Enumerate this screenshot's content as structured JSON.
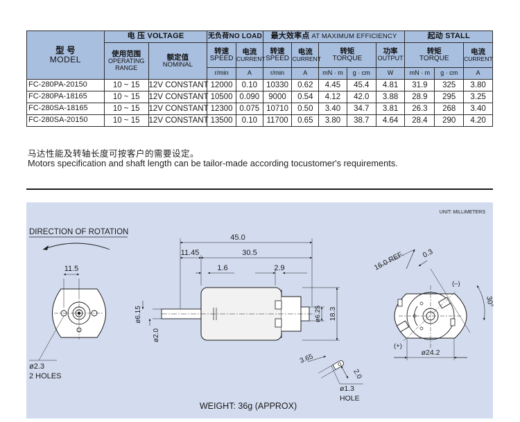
{
  "table": {
    "header": {
      "model_cn": "型 号",
      "model_en": "MODEL",
      "voltage_group": "电 压 VOLTAGE",
      "no_load_group": "无负荷NO LOAD",
      "max_eff_group_cn": "最大效率点",
      "max_eff_group_en": " AT MAXIMUM EFFICIENCY",
      "stall_group": "起动 STALL",
      "operating_cn": "使用范围",
      "operating_en1": "OPERATING",
      "operating_en2": "RANGE",
      "nominal_cn": "额定值",
      "nominal_en": "NOMINAL",
      "speed_cn": "转速",
      "speed_en": "SPEED",
      "current_cn": "电流",
      "current_en": "CURRENT",
      "torque_cn": "转矩",
      "torque_en": "TORQUE",
      "output_cn": "功率",
      "output_en": "OUTPUT",
      "unit_rpm": "r/min",
      "unit_a": "A",
      "unit_mnm": "mN · m",
      "unit_gcm": "g · cm",
      "unit_w": "W"
    },
    "rows": [
      {
        "model": "FC-280PA-20150",
        "range": "10 ~ 15",
        "nominal": "12V CONSTANT",
        "nl_speed": "12000",
        "nl_current": "0.10",
        "me_speed": "10330",
        "me_current": "0.62",
        "me_torque_mn": "4.45",
        "me_torque_g": "45.4",
        "me_output": "4.81",
        "st_torque_mn": "31.9",
        "st_torque_g": "325",
        "st_current": "3.80"
      },
      {
        "model": "FC-280PA-18165",
        "range": "10 ~ 15",
        "nominal": "12V CONSTANT",
        "nl_speed": "10500",
        "nl_current": "0.090",
        "me_speed": "9000",
        "me_current": "0.54",
        "me_torque_mn": "4.12",
        "me_torque_g": "42.0",
        "me_output": "3.88",
        "st_torque_mn": "28.9",
        "st_torque_g": "295",
        "st_current": "3.25"
      },
      {
        "model": "FC-280SA-18165",
        "range": "10 ~ 15",
        "nominal": "12V CONSTANT",
        "nl_speed": "12300",
        "nl_current": "0.075",
        "me_speed": "10710",
        "me_current": "0.50",
        "me_torque_mn": "3.40",
        "me_torque_g": "34.7",
        "me_output": "3.81",
        "st_torque_mn": "26.3",
        "st_torque_g": "268",
        "st_current": "3.40"
      },
      {
        "model": "FC-280SA-20150",
        "range": "10 ~ 15",
        "nominal": "12V CONSTANT",
        "nl_speed": "13500",
        "nl_current": "0.10",
        "me_speed": "11700",
        "me_current": "0.65",
        "me_torque_mn": "3.80",
        "me_torque_g": "38.7",
        "me_output": "4.64",
        "st_torque_mn": "28.4",
        "st_torque_g": "290",
        "st_current": "4.20"
      }
    ]
  },
  "notes": {
    "cn": "马达性能及转轴长度可按客户的需要设定。",
    "en": "Motors specification and shaft length can be tailor-made according tocustomer's requirements."
  },
  "drawing": {
    "units": "UNIT: MILLIMETERS",
    "rotation_label": "DIRECTION OF ROTATION",
    "dim_11_5": "11.5",
    "dim_2_3": "ø2.3",
    "two_holes": "2 HOLES",
    "dim_45": "45.0",
    "dim_11_45": "11.45",
    "dim_30_5": "30.5",
    "dim_1_6": "1.6",
    "dim_2_9": "2.9",
    "dim_6_15": "ø6.15",
    "dim_2_0_shaft": "ø2.0",
    "dim_6_25": "ø6.25",
    "dim_18_3": "18.3",
    "dim_3_65": "3.65",
    "dim_2_0_term": "2.0",
    "dim_1_3": "ø1.3",
    "hole": "HOLE",
    "weight": "WEIGHT: 36g (APPROX)",
    "dim_16_ref": "16.0 REF.",
    "dim_0_3": "0.3",
    "dim_30deg": "30°",
    "dim_24_2": "ø24.2",
    "minus": "(–)",
    "plus": "(+)"
  },
  "colors": {
    "header_bg": "#a9bfdf",
    "drawing_bg": "#d3dcef",
    "motor_body": "#f2f2f2"
  }
}
